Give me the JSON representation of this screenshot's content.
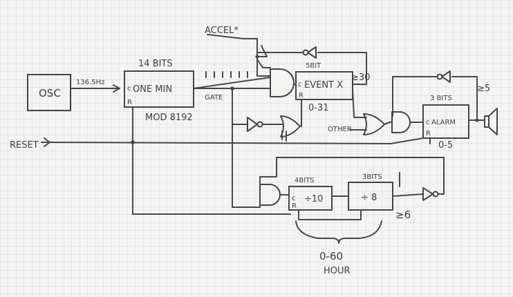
{
  "labels": {
    "osc": "OSC",
    "freq": "136.5Hz",
    "bits14": "14 BITS",
    "one_min_c": "c",
    "one_min": "ONE MIN",
    "one_min_r": "R",
    "mod": "MOD 8192",
    "gate": "GATE",
    "reset": "RESET",
    "accel": "ACCEL*",
    "bit5": "5BIT",
    "event_c": "c",
    "event": "EVENT X",
    "event_r": "R",
    "ge30": "≥30",
    "range031": "0-31",
    "other": "OTHER",
    "bits3_alarm": "3 BITS",
    "alarm_c": "c",
    "alarm": "ALARM",
    "alarm_r": "R",
    "ge5": "≥5",
    "range05": "0-5",
    "bits4": "4BITS",
    "div10_c": "c",
    "div10": "÷10",
    "div10_r": "R",
    "bits3_div8": "3BITS",
    "div8": "÷ 8",
    "ge6": "≥6",
    "range060": "0-60",
    "hour": "HOUR"
  }
}
